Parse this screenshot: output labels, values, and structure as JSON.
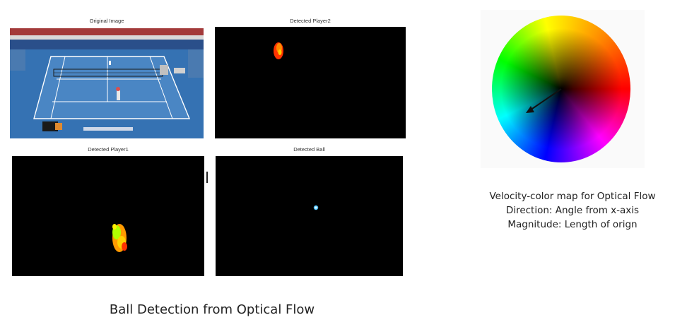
{
  "panels": {
    "original": {
      "title": "Original Image"
    },
    "player2": {
      "title": "Detected Player2"
    },
    "player1": {
      "title": "Detected Player1"
    },
    "ball": {
      "title": "Detected Ball"
    }
  },
  "color_wheel": {
    "caption_lines": [
      "Velocity-color map for Optical Flow",
      "Direction: Angle from x-axis",
      "Magnitude: Length of orign"
    ]
  },
  "caption": "Ball Detection from Optical Flow",
  "colors": {
    "court_blue": "#2f6fae",
    "court_inner": "#3d7fbe",
    "background": "#000000"
  }
}
